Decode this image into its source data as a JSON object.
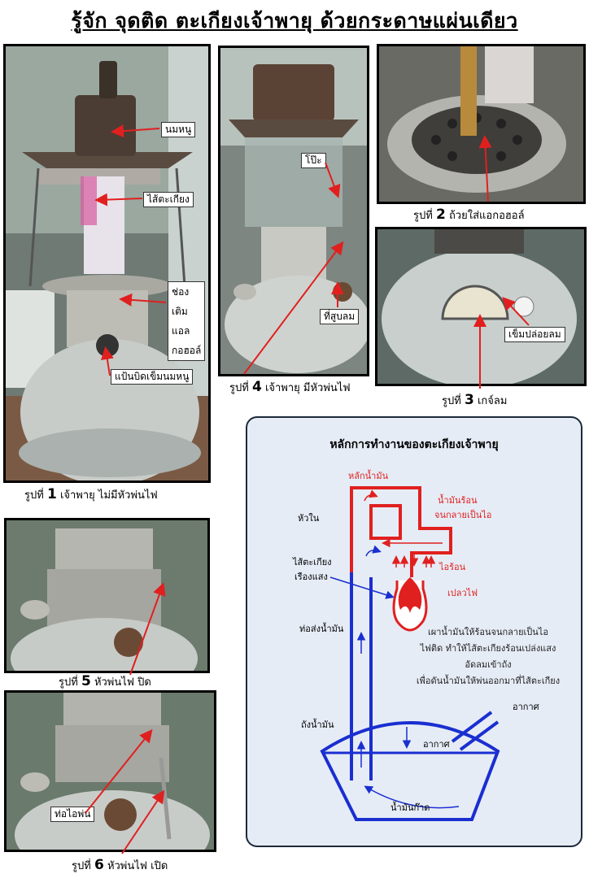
{
  "title": "รู้จัก จุดติด ตะเกียงเจ้าพายุ ด้วยกระดาษแผ่นเดียว",
  "photos": {
    "p1": {
      "caption_prefix": "รูปที่",
      "number": "1",
      "caption_rest": "เจ้าพายุ ไม่มีหัวพ่นไฟ",
      "labels": {
        "nipple": "นมหนู",
        "mantle": "ไส้ตะเกียง",
        "fill1": "ช่อง",
        "fill2": "เติม",
        "fill3": "แอล",
        "fill4": "กอฮอล์",
        "knob": "แป้นบิดเข็มนมหนู"
      }
    },
    "p2": {
      "caption_prefix": "รูปที่",
      "number": "2",
      "caption_rest": "ถ้วยใส่แอกอฮอล์"
    },
    "p3": {
      "caption_prefix": "รูปที่",
      "number": "3",
      "caption_rest": "เกจ์ลม",
      "labels": {
        "valve": "เข็มปล่อยลม"
      }
    },
    "p4": {
      "caption_prefix": "รูปที่",
      "number": "4",
      "caption_rest": "เจ้าพายุ มีหัวพ่นไฟ",
      "labels": {
        "globe": "โป๊ะ",
        "pump": "ที่สูบลม"
      }
    },
    "p5": {
      "caption_prefix": "รูปที่",
      "number": "5",
      "caption_rest": "หัวพ่นไฟ ปิด"
    },
    "p6": {
      "caption_prefix": "รูปที่",
      "number": "6",
      "caption_rest": "หัวพ่นไฟ เปิด",
      "labels": {
        "vapor": "ท่อไอพ่น"
      }
    }
  },
  "diagram": {
    "title": "หลักการทำงานของตะเกียงเจ้าพายุ",
    "labels": {
      "oil_inlet": "หลักน้ำมัน",
      "hot_oil1": "น้ำมันร้อน",
      "hot_oil2": "จนกลายเป็นไอ",
      "head": "หัวใน",
      "mantle1": "ไส้ตะเกียง",
      "mantle2": "เรืองแสง",
      "hot_vapor": "ไอร้อน",
      "flame": "เปลวไฟ",
      "pipe": "ท่อส่งน้ำมัน",
      "tank": "ถังน้ำมัน",
      "air1": "อากาศ",
      "air2": "อากาศ",
      "sediment": "น้ำมันก๊าด"
    },
    "description": [
      "เผาน้ำมันให้ร้อนจนกลายเป็นไอ",
      "ไฟติด ทำให้ไส้ตะเกียงร้อนเปล่งแสง",
      "อัดลมเข้าถัง",
      "เพื่อดันน้ำมันให้พ่นออกมาที่ไส้ตะเกียง"
    ],
    "colors": {
      "hot": "#e0201f",
      "cold": "#1a2fd0",
      "panel": "#e6ecf6"
    }
  }
}
